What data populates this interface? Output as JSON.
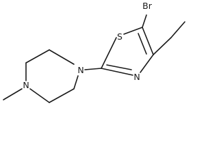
{
  "molecule": {
    "atoms": {
      "bromine": "Br",
      "sulfur": "S",
      "thiazole_nitrogen": "N",
      "piperazine_n1": "N",
      "piperazine_n4": "N"
    }
  },
  "colors": {
    "bond": "#1a1a1a",
    "background": "#ffffff"
  }
}
